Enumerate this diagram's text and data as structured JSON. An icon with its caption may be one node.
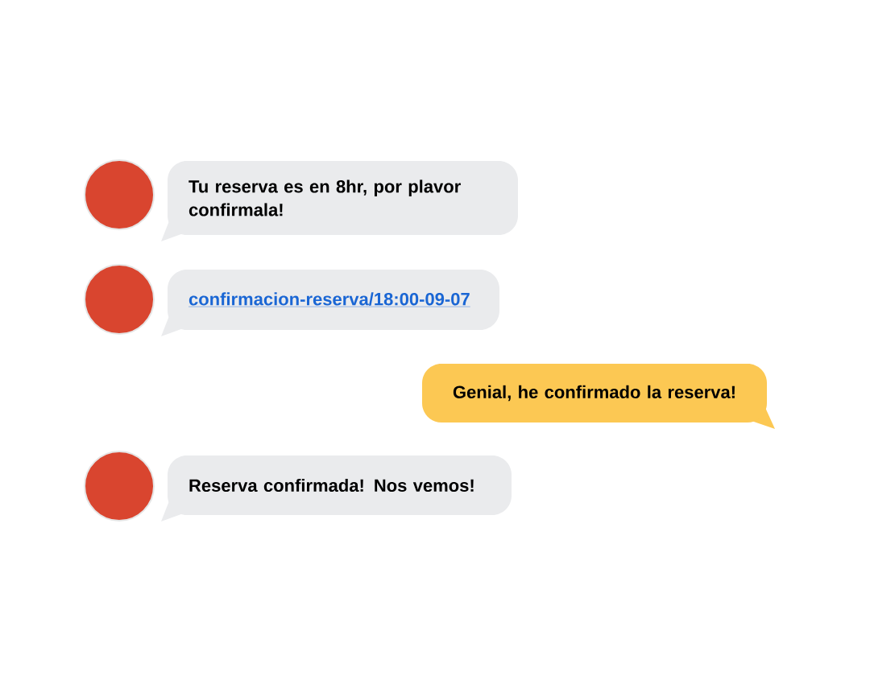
{
  "diagram": {
    "nodes": [
      {
        "text": [
          "Tu reserva es en 8hr, por plavor confirmala!"
        ]
      },
      {
        "text": [
          "confirmacion-reserva/18:00-09-07"
        ]
      },
      {
        "text": [
          "Genial, he confirmado la reserva!"
        ]
      },
      {
        "text": [
          "Reserva confirmada! Nos vemos!"
        ]
      }
    ]
  }
}
